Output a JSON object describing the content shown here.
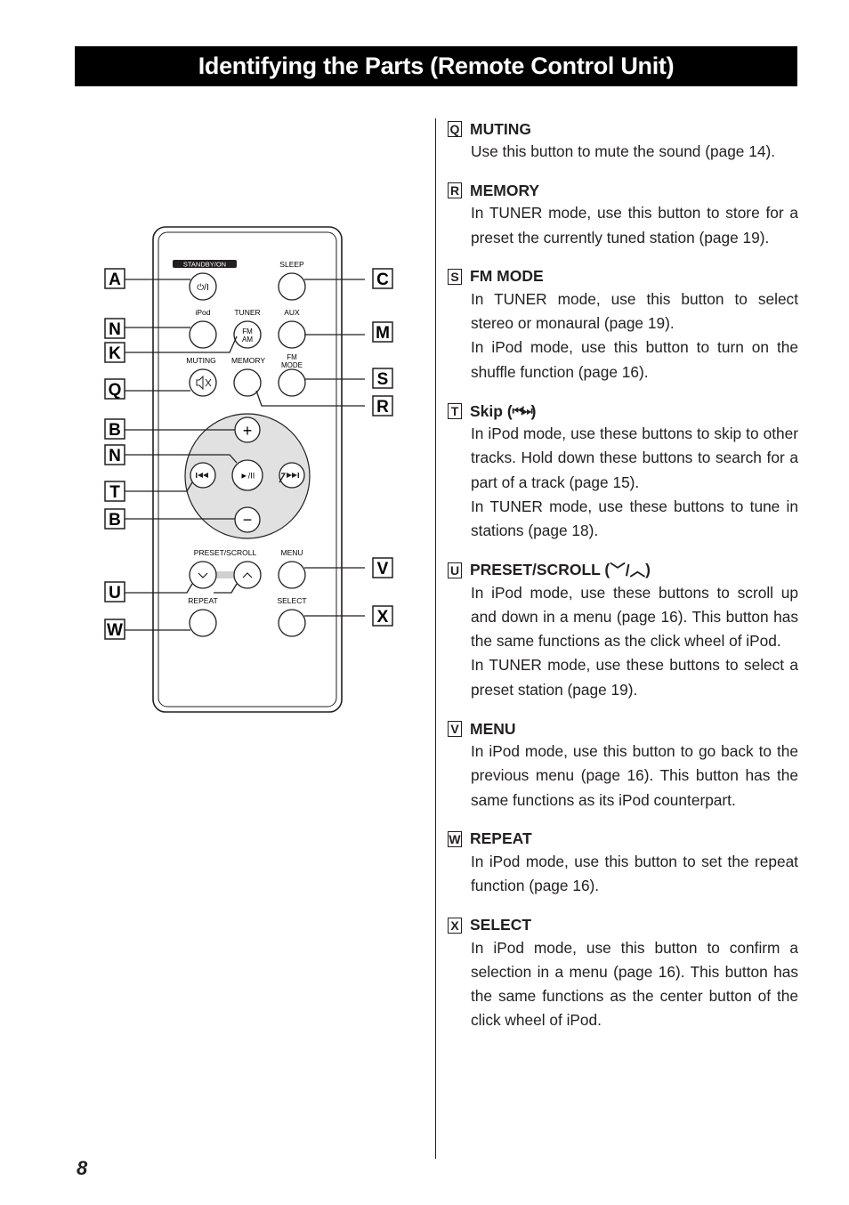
{
  "title": "Identifying the Parts (Remote Control Unit)",
  "page_number": "8",
  "remote": {
    "labels": {
      "standby": "STANDBY/ON",
      "sleep": "SLEEP",
      "ipod": "iPod",
      "tuner": "TUNER",
      "aux": "AUX",
      "muting": "MUTING",
      "memory": "MEMORY",
      "fm_mode_1": "FM",
      "fm_mode_2": "MODE",
      "fm_am_1": "FM",
      "fm_am_2": "AM",
      "preset_scroll": "PRESET/SCROLL",
      "menu": "MENU",
      "repeat": "REPEAT",
      "select": "SELECT",
      "power_symbol": "⏻/I",
      "play_pause": "►/II",
      "plus": "+",
      "minus": "−"
    },
    "callouts_left": [
      "A",
      "N",
      "K",
      "Q",
      "B",
      "N",
      "T",
      "B",
      "U",
      "W"
    ],
    "callouts_right": [
      "C",
      "M",
      "S",
      "R",
      "V",
      "X"
    ]
  },
  "items": [
    {
      "letter": "Q",
      "name": "MUTING",
      "body": [
        "Use this button to mute the sound (page 14)."
      ]
    },
    {
      "letter": "R",
      "name": "MEMORY",
      "body": [
        "In TUNER mode, use this button to store for a preset the currently tuned station (page 19)."
      ]
    },
    {
      "letter": "S",
      "name": "FM MODE",
      "body": [
        "In TUNER mode, use this button to select stereo or monaural (page 19).",
        "In iPod mode, use this button to turn on the shuffle function (page 16)."
      ]
    },
    {
      "letter": "T",
      "name": "Skip (",
      "name_glyph": "⏮/⏭",
      "name_end": ")",
      "body": [
        "In iPod mode, use these buttons to skip to other tracks. Hold down these buttons to search for a part of a track (page 15).",
        "In TUNER mode, use these buttons to tune in stations (page 18)."
      ]
    },
    {
      "letter": "U",
      "name": "PRESET/SCROLL (",
      "name_glyph": "﹀/︿",
      "name_end": ")",
      "body": [
        "In iPod mode, use these buttons to scroll up and down in a menu (page 16). This button has the same functions as the click wheel of iPod.",
        "In TUNER mode, use these buttons to select a preset station (page 19)."
      ]
    },
    {
      "letter": "V",
      "name": "MENU",
      "body": [
        "In iPod mode, use this button to go back to the previous menu (page 16). This button has the same functions as its iPod counterpart."
      ]
    },
    {
      "letter": "W",
      "name": "REPEAT",
      "body": [
        "In iPod mode, use this button to set the repeat function (page 16)."
      ]
    },
    {
      "letter": "X",
      "name": "SELECT",
      "body": [
        "In iPod mode, use this button to confirm a selection in a menu (page 16). This button has the same functions as the center button of the click wheel of iPod."
      ]
    }
  ]
}
